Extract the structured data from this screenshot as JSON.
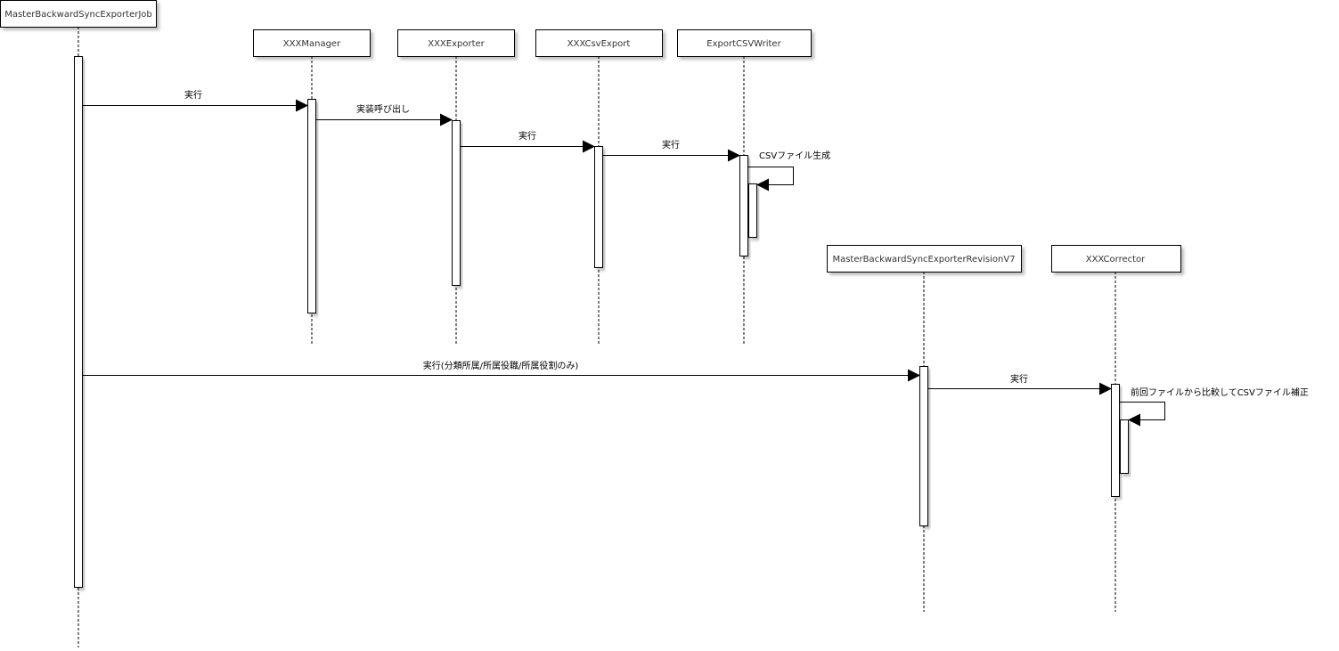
{
  "participants": [
    {
      "name": "MasterBackwardSyncExporterJob"
    },
    {
      "name": "XXXManager"
    },
    {
      "name": "XXXExporter"
    },
    {
      "name": "XXXCsvExport"
    },
    {
      "name": "ExportCSVWriter"
    },
    {
      "name": "MasterBackwardSyncExporterRevisionV7"
    },
    {
      "name": "XXXCorrector"
    }
  ],
  "messages": [
    {
      "label": "実行"
    },
    {
      "label": "実装呼び出し"
    },
    {
      "label": "実行"
    },
    {
      "label": "実行"
    },
    {
      "label": "CSVファイル生成"
    },
    {
      "label": "実行(分類所属/所属役職/所属役割のみ)"
    },
    {
      "label": "実行"
    },
    {
      "label": "前回ファイルから比較してCSVファイル補正"
    }
  ]
}
